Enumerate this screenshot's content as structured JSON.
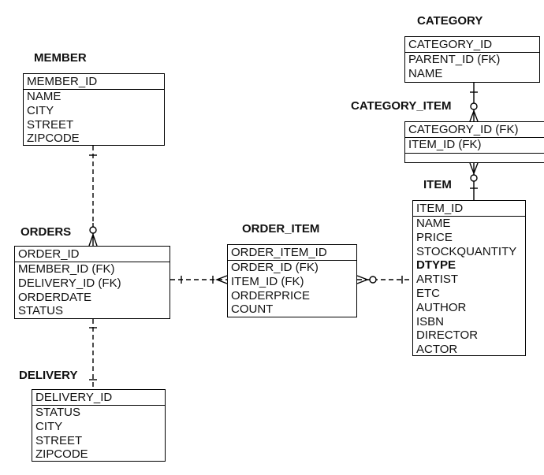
{
  "entities": {
    "category": {
      "title": "CATEGORY",
      "pk": "CATEGORY_ID",
      "attrs": [
        "PARENT_ID (FK)",
        "NAME"
      ]
    },
    "category_item": {
      "title": "CATEGORY_ITEM",
      "pk": "CATEGORY_ID (FK)",
      "attrs": [
        "ITEM_ID (FK)"
      ]
    },
    "item": {
      "title": "ITEM",
      "pk": "ITEM_ID",
      "attrs": [
        "NAME",
        "PRICE",
        "STOCKQUANTITY",
        "DTYPE",
        "ARTIST",
        "ETC",
        "AUTHOR",
        "ISBN",
        "DIRECTOR",
        "ACTOR"
      ]
    },
    "member": {
      "title": "MEMBER",
      "pk": "MEMBER_ID",
      "attrs": [
        "NAME",
        "CITY",
        "STREET",
        "ZIPCODE"
      ]
    },
    "orders": {
      "title": "ORDERS",
      "pk": "ORDER_ID",
      "attrs": [
        "MEMBER_ID (FK)",
        "DELIVERY_ID (FK)",
        "ORDERDATE",
        "STATUS"
      ]
    },
    "order_item": {
      "title": "ORDER_ITEM",
      "pk": "ORDER_ITEM_ID",
      "attrs": [
        "ORDER_ID (FK)",
        "ITEM_ID (FK)",
        "ORDERPRICE",
        "COUNT"
      ]
    },
    "delivery": {
      "title": "DELIVERY",
      "pk": "DELIVERY_ID",
      "attrs": [
        "STATUS",
        "CITY",
        "STREET",
        "ZIPCODE"
      ]
    }
  }
}
